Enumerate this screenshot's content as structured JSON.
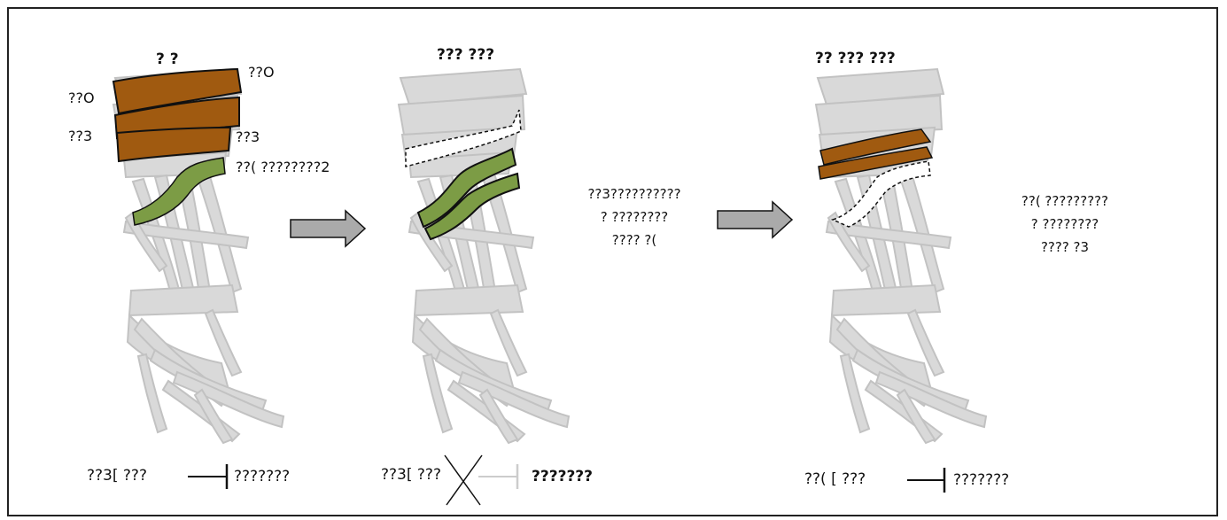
{
  "panels": [
    {
      "title": "? ?",
      "labels": {
        "top_right": "??O",
        "left_top": "??O",
        "left_mid": "??3",
        "right_mid": "??3",
        "right_low": "??( ????????2"
      },
      "footer": {
        "left": "??3[ ???",
        "right": "???????"
      }
    },
    {
      "title": "??? ???",
      "description": "??3??????????\n? ????????\n???? ?(",
      "footer": {
        "left": "??3[ ???",
        "right": "???????"
      }
    },
    {
      "title": "?? ???  ???",
      "description": "??( ?????????\n? ????????\n???? ?3",
      "footer": {
        "left": "??( [ ???",
        "right": "???????"
      }
    }
  ],
  "colors": {
    "bone": "#d9d9d9",
    "bone_edge": "#c2c2c2",
    "brown_segment": "#a05a10",
    "green_segment": "#7c9c45",
    "arrow": "#aaaaaa"
  }
}
